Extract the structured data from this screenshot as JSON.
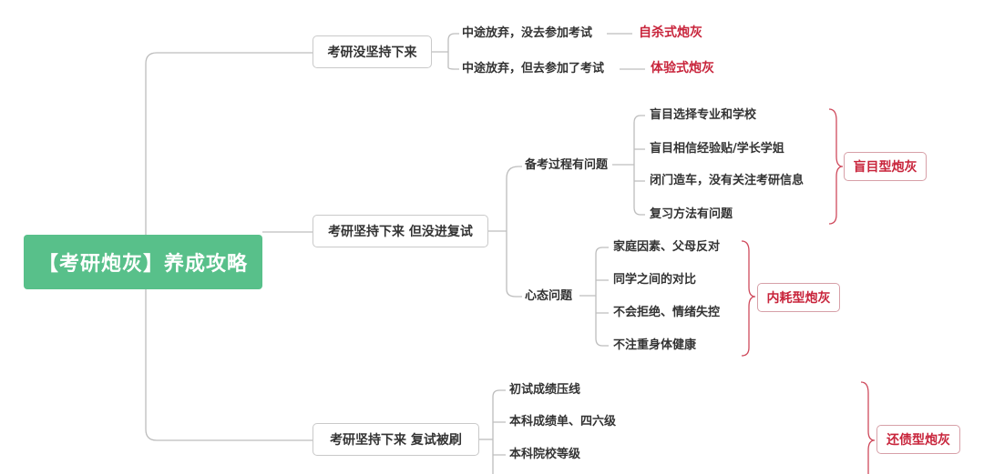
{
  "root": {
    "label": "【考研炮灰】养成攻略"
  },
  "branches": [
    {
      "label": "考研没坚持下来",
      "items": [
        {
          "label": "中途放弃，没去参加考试",
          "result": "自杀式炮灰"
        },
        {
          "label": "中途放弃，但去参加了考试",
          "result": "体验式炮灰"
        }
      ]
    },
    {
      "label": "考研坚持下来 但没进复试",
      "groups": [
        {
          "label": "备考过程有问题",
          "items": [
            "盲目选择专业和学校",
            "盲目相信经验贴/学长学姐",
            "闭门造车，没有关注考研信息",
            "复习方法有问题"
          ],
          "result": "盲目型炮灰"
        },
        {
          "label": "心态问题",
          "items": [
            "家庭因素、父母反对",
            "同学之间的对比",
            "不会拒绝、情绪失控",
            "不注重身体健康"
          ],
          "result": "内耗型炮灰"
        }
      ]
    },
    {
      "label": "考研坚持下来 复试被刷",
      "items": [
        "初试成绩压线",
        "本科成绩单、四六级",
        "本科院校等级"
      ],
      "result": "还债型炮灰"
    }
  ]
}
